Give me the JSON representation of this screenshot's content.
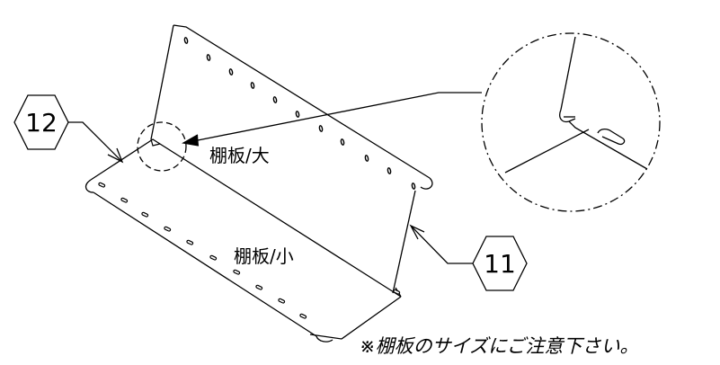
{
  "labels": {
    "shelf_large": "棚板/大",
    "shelf_small": "棚板/小",
    "note": "※棚板のサイズにご注意下さい。"
  },
  "callouts": {
    "part_12": "12",
    "part_11": "11"
  },
  "colors": {
    "line": "#000000",
    "background": "#ffffff"
  }
}
